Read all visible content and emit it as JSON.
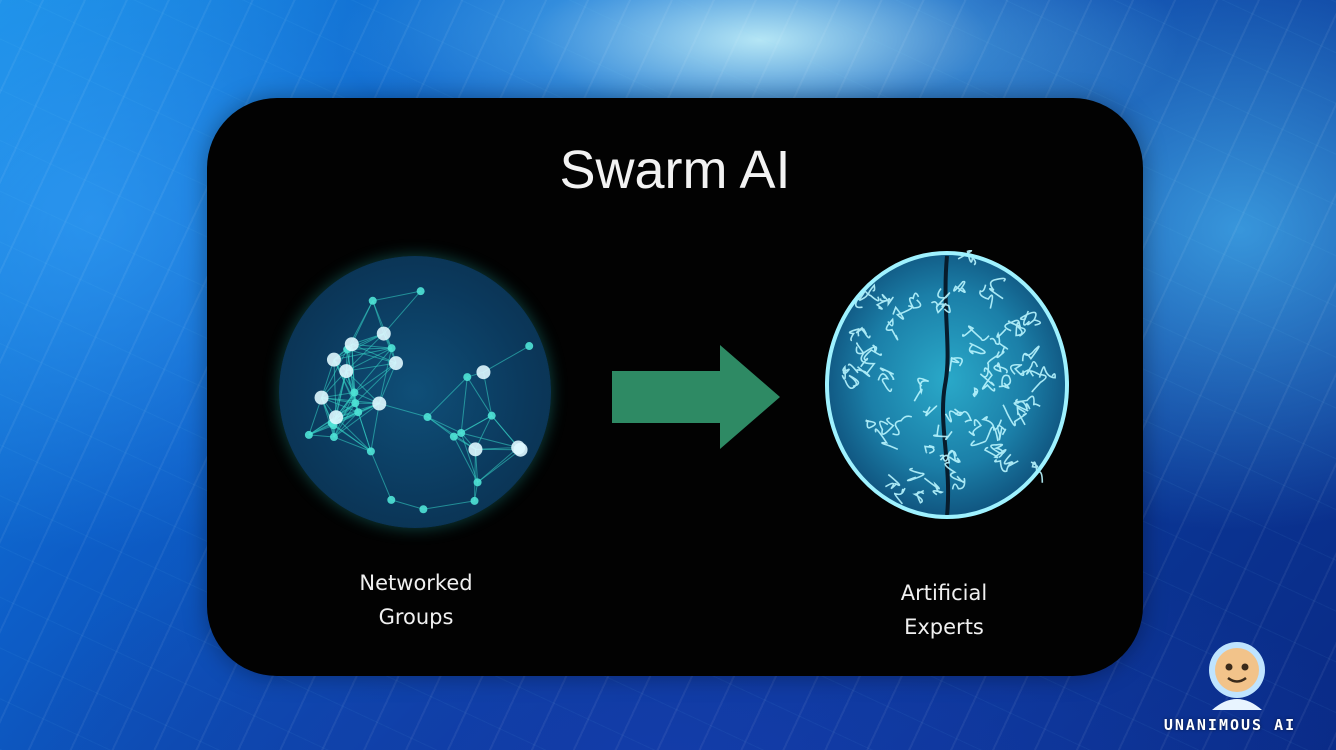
{
  "slide": {
    "title": "Swarm AI",
    "left_caption": [
      "Networked",
      "Groups"
    ],
    "right_caption": [
      "Artificial",
      "Experts"
    ]
  },
  "illustrations": {
    "left": "network-of-people-icon",
    "center": "right-arrow-icon",
    "right": "brain-icon"
  },
  "branding": {
    "logo_text": "UNANIMOUS AI",
    "logo": "unanimous-ai-logo"
  },
  "colors": {
    "background": "#0b4fb0",
    "panel": "#020202",
    "arrow": "#2e8a64",
    "brain": "#7fe3f0",
    "network": "#18b8b0",
    "text": "#f0f0f0"
  }
}
